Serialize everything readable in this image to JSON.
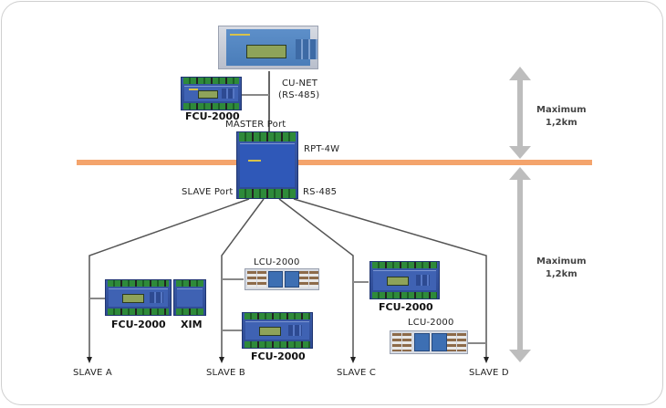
{
  "diagram": {
    "title": "RS-485 network topology with RPT-4W repeater",
    "colors": {
      "divider_line": "#f4a46c",
      "arrow": "#bdbdbd",
      "wire": "#555555",
      "device_blue": "#3a5aa8",
      "frame_border": "#cfcfcf"
    },
    "master_device": {
      "icon": "master-controller-icon"
    },
    "network_label_line1": "CU-NET",
    "network_label_line2": "(RS-485)",
    "master_fcu": {
      "label": "FCU-2000",
      "icon": "din-controller-icon"
    },
    "repeater": {
      "label": "RPT-4W",
      "master_port_label": "MASTER  Port",
      "slave_port_label": "SLAVE Port",
      "bus_label": "RS-485",
      "icon": "repeater-module-icon"
    },
    "distance_upper": {
      "line1": "Maximum",
      "line2": "1,2km"
    },
    "distance_lower": {
      "line1": "Maximum",
      "line2": "1,2km"
    },
    "slaves": [
      {
        "label": "SLAVE A",
        "devices": [
          "FCU-2000",
          "XIM"
        ]
      },
      {
        "label": "SLAVE B",
        "devices": [
          "LCU-2000",
          "FCU-2000"
        ]
      },
      {
        "label": "SLAVE C",
        "devices": [
          "FCU-2000"
        ]
      },
      {
        "label": "SLAVE D",
        "devices": [
          "LCU-2000"
        ]
      }
    ]
  }
}
